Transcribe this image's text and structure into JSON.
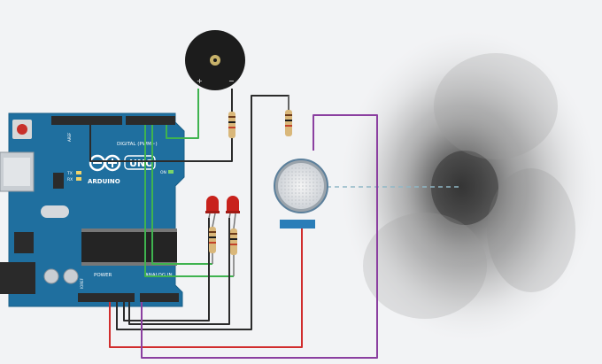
{
  "board": {
    "brand": "ARDUINO",
    "model": "UNO",
    "digital_label": "DIGITAL (PWM~)",
    "power_label": "POWER",
    "analog_label": "ANALOG IN",
    "tx_label": "TX",
    "rx_label": "RX",
    "on_label": "ON",
    "ioref_label": "IOREF",
    "aref_label": "AREF"
  },
  "buzzer": {
    "plus": "+",
    "minus": "−"
  },
  "colors": {
    "board": "#1f6f9f",
    "wire_green": "#3fb34f",
    "wire_black": "#2b2b2b",
    "wire_red": "#d12d2d",
    "wire_purple": "#8b3fa0",
    "led_red": "#c8221c",
    "background": "#f2f3f5"
  },
  "icons": [
    "buzzer-icon",
    "led-icon",
    "resistor-icon",
    "gas-sensor-icon",
    "smoke-cloud-icon",
    "usb-port-icon",
    "infinity-logo-icon"
  ]
}
